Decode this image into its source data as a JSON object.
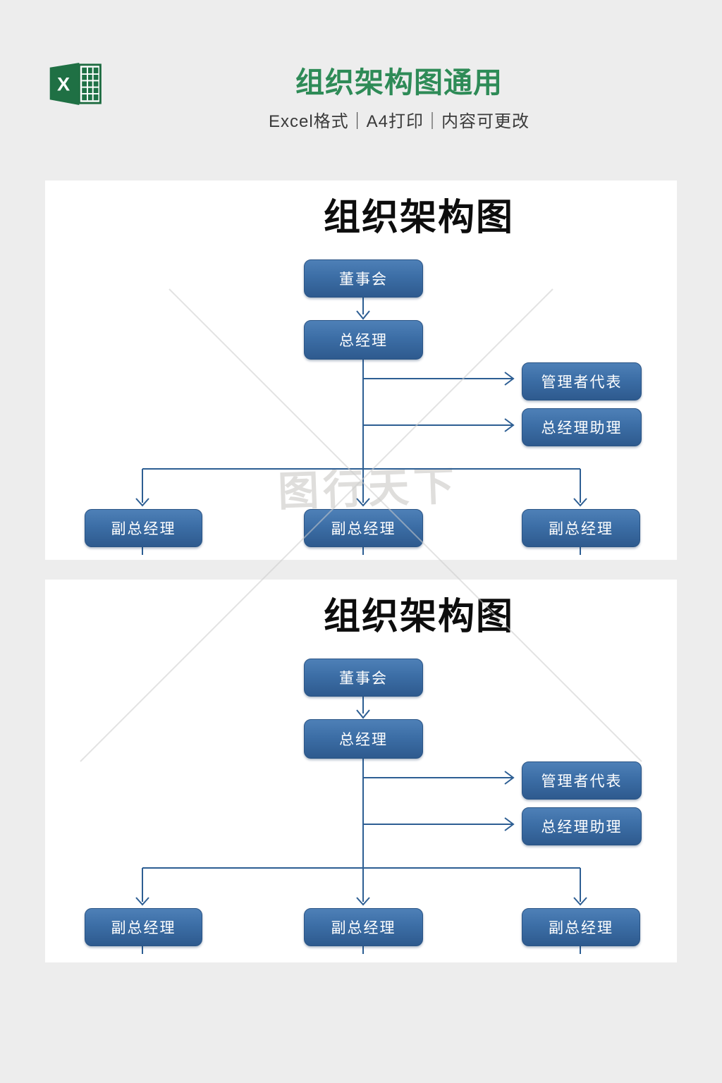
{
  "page": {
    "background": "#ededed"
  },
  "header": {
    "title": "组织架构图通用",
    "subtitle": "Excel格式｜A4打印｜内容可更改",
    "icon": "excel-icon",
    "icon_letter": "X"
  },
  "watermark": {
    "text": "图行天下"
  },
  "colors": {
    "page_bg": "#ededed",
    "header_title": "#2e8b57",
    "subtitle_text": "#3a3a3a",
    "excel_green": "#1e7145",
    "chart_title": "#0d0d0d",
    "node_top": "#4e80b7",
    "node_mid": "#3c6ea6",
    "node_bottom": "#2e5a8e",
    "node_border": "#2a5485",
    "line": "#2d5e93"
  },
  "charts": [
    {
      "title": "组织架构图",
      "nodes": {
        "board": "董事会",
        "gm": "总经理",
        "rep": "管理者代表",
        "assistant": "总经理助理",
        "deputy_left": "副总经理",
        "deputy_mid": "副总经理",
        "deputy_right": "副总经理"
      },
      "edges": [
        "董事会→总经理",
        "总经理→管理者代表",
        "总经理→总经理助理",
        "总经理→副总经理(左)",
        "总经理→副总经理(中)",
        "总经理→副总经理(右)"
      ]
    },
    {
      "title": "组织架构图",
      "nodes": {
        "board": "董事会",
        "gm": "总经理",
        "rep": "管理者代表",
        "assistant": "总经理助理",
        "deputy_left": "副总经理",
        "deputy_mid": "副总经理",
        "deputy_right": "副总经理"
      },
      "edges": [
        "董事会→总经理",
        "总经理→管理者代表",
        "总经理→总经理助理",
        "总经理→副总经理(左)",
        "总经理→副总经理(中)",
        "总经理→副总经理(右)"
      ]
    }
  ]
}
